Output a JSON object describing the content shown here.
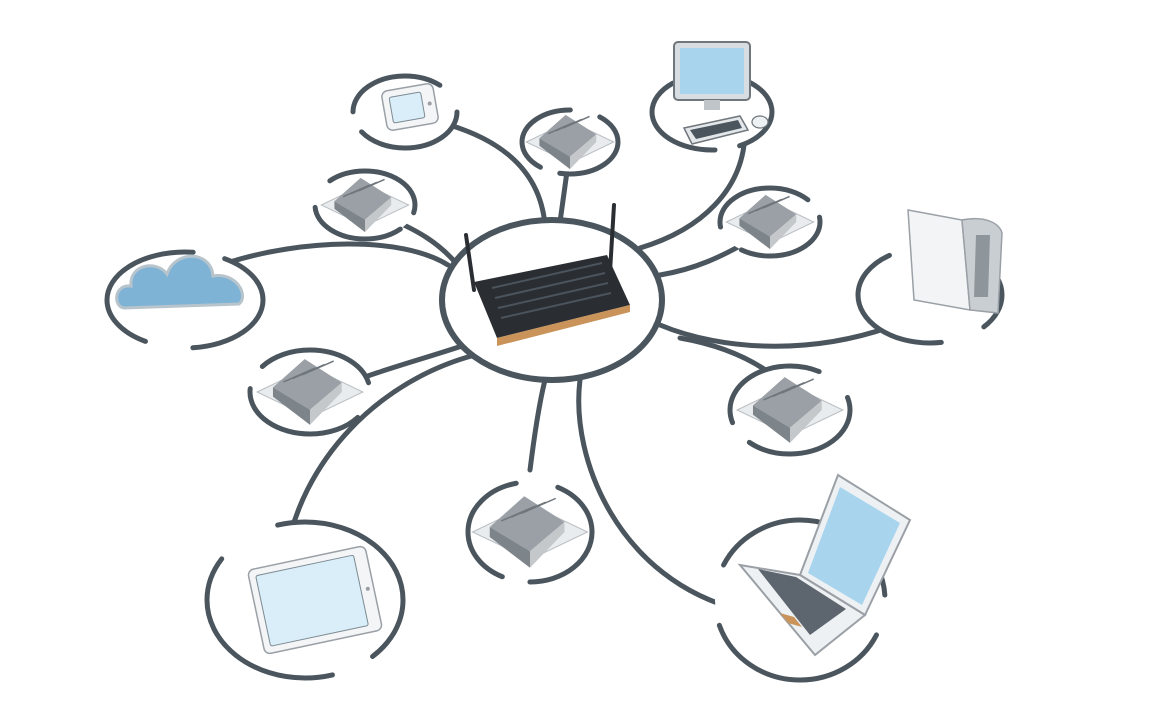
{
  "colors": {
    "background": "#ffffff",
    "link": "#4a555e",
    "pad_fill": "#ffffff",
    "screen": "#a8d4ee",
    "screen_light": "#d9eef8",
    "cloud": "#7fb3d6",
    "device_dark": "#2a2e33",
    "device_gray": "#9aa0a6",
    "device_light": "#e9ecee",
    "router_accent": "#c9935a"
  },
  "hub": {
    "icon": "router-icon"
  },
  "nodes": [
    {
      "id": "tablet-top",
      "icon": "tablet-icon"
    },
    {
      "id": "printer-top-center",
      "icon": "printer-icon"
    },
    {
      "id": "desktop-computer",
      "icon": "desktop-computer-icon"
    },
    {
      "id": "printer-upper-left",
      "icon": "printer-icon"
    },
    {
      "id": "printer-upper-right",
      "icon": "printer-icon"
    },
    {
      "id": "cloud",
      "icon": "cloud-icon"
    },
    {
      "id": "server",
      "icon": "server-icon"
    },
    {
      "id": "printer-mid-left",
      "icon": "printer-icon"
    },
    {
      "id": "printer-mid-right",
      "icon": "printer-icon"
    },
    {
      "id": "printer-bottom-center",
      "icon": "printer-icon"
    },
    {
      "id": "tablet-bottom-left",
      "icon": "tablet-icon"
    },
    {
      "id": "laptop",
      "icon": "laptop-icon"
    }
  ]
}
